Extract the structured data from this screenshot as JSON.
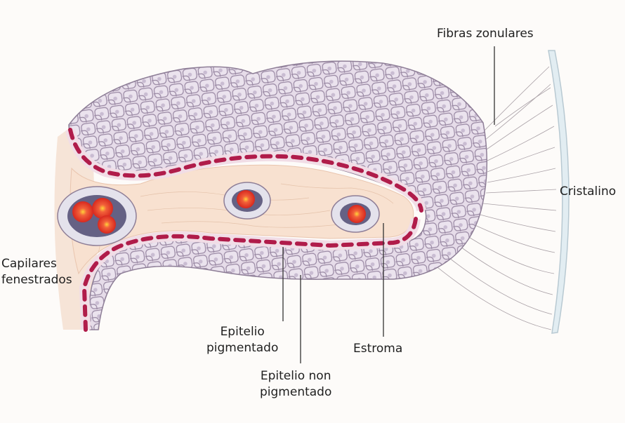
{
  "labels": {
    "fibras_zonulares": "Fibras zonulares",
    "cristalino": "Cristalino",
    "capilares": [
      "Capilares",
      "fenestrados"
    ],
    "epitelio_pigmentado": [
      "Epitelio",
      "pigmentado"
    ],
    "epitelio_non_pigmentado": [
      "Epitelio non",
      "pigmentado"
    ],
    "estroma": "Estroma"
  },
  "colors": {
    "background": "#fdfbf9",
    "stroma": "#f8e1d0",
    "cell_fill": "#e6dce9",
    "cell_outline": "#8e7e97",
    "pigment_nucleus": "#b01c4a",
    "red_cell": "#e63a2e",
    "capillary_wall": "#e4e2ec",
    "lens": "#e2edf2",
    "leader_line": "#333333"
  }
}
